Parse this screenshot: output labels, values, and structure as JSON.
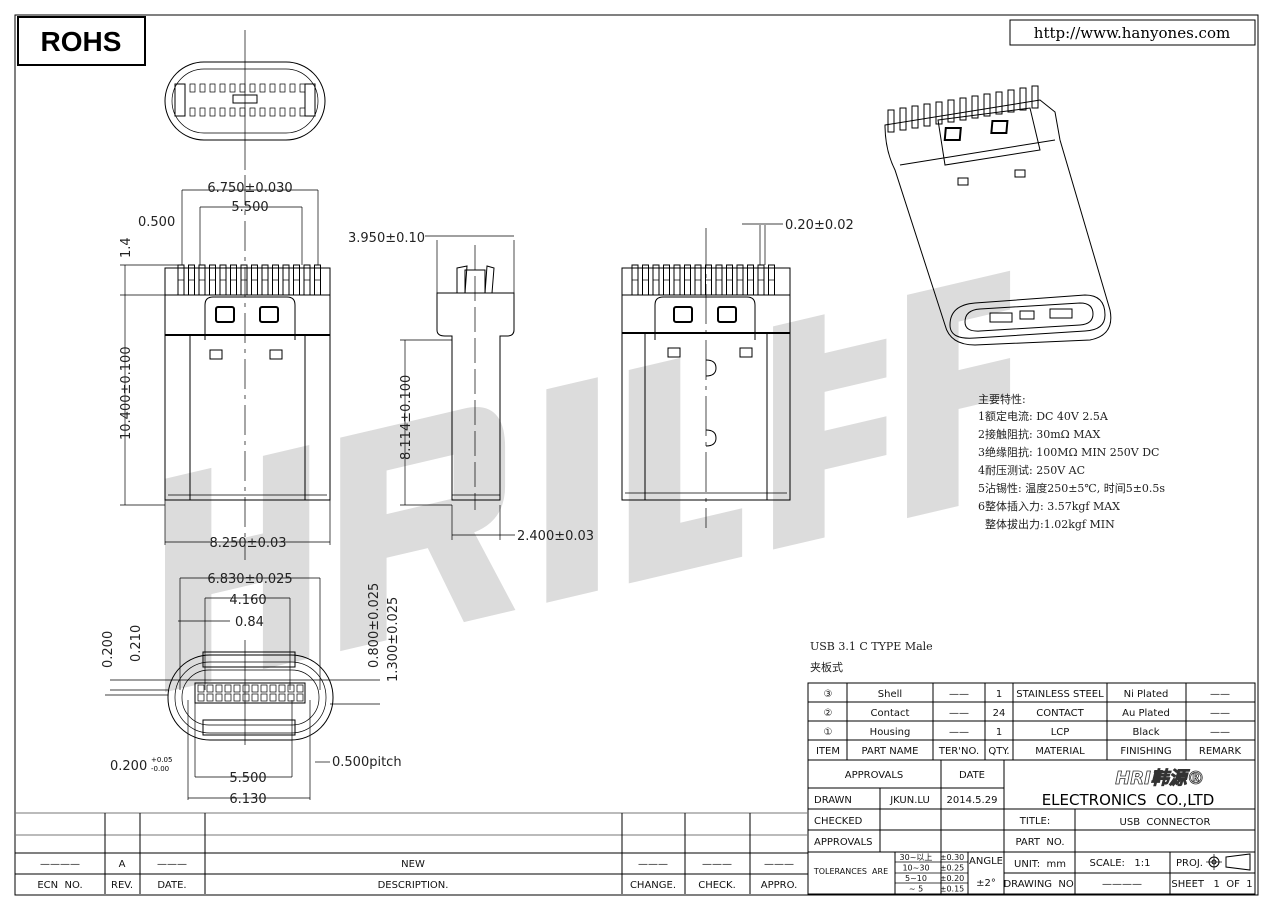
{
  "header": {
    "rohs": "ROHS",
    "url": "http://www.hanyones.com"
  },
  "watermark": "HRI韩源",
  "dimensions": {
    "width_6750": "6.750±0.030",
    "pitch_span_5500": "5.500",
    "pin_0500": "0.500",
    "height_14": "1.4",
    "length_10400": "10.400±0.100",
    "width_8250": "8.250±0.03",
    "side_3950": "3.950±0.10",
    "side_8114": "8.114±0.100",
    "side_2400": "2.400±0.03",
    "pin_020": "0.20±0.02",
    "bottom_6830": "6.830±0.025",
    "bottom_4160": "4.160",
    "bottom_084": "0.84",
    "bottom_0200": "0.200",
    "bottom_0210": "0.210",
    "bottom_0800": "0.800±0.025",
    "bottom_1300": "1.300±0.025",
    "bottom_0200_tol": "0.200",
    "bottom_tol_plus": "+0.05",
    "bottom_tol_minus": "-0.00",
    "bottom_pitch": "0.500pitch",
    "bottom_5500": "5.500",
    "bottom_6130": "6.130"
  },
  "specs": {
    "title": "主要特性:",
    "lines": [
      "1额定电流: DC  40V 2.5A",
      "2接触阻抗: 30mΩ  MAX",
      "3绝缘阻抗: 100MΩ  MIN 250V DC",
      "4耐压测试: 250V AC",
      "5沾锡性: 温度250±5℃, 时间5±0.5s",
      "6整体插入力: 3.57kgf MAX",
      "  整体拔出力:1.02kgf MIN"
    ]
  },
  "product": {
    "name": "USB 3.1 C TYPE Male",
    "type": "夹板式"
  },
  "bom": {
    "rows": [
      {
        "item": "③",
        "part": "Shell",
        "ter": "——",
        "qty": "1",
        "material": "STAINLESS STEEL",
        "finishing": "Ni Plated",
        "remark": "——"
      },
      {
        "item": "②",
        "part": "Contact",
        "ter": "——",
        "qty": "24",
        "material": "CONTACT",
        "finishing": "Au Plated",
        "remark": "——"
      },
      {
        "item": "①",
        "part": "Housing",
        "ter": "——",
        "qty": "1",
        "material": "LCP",
        "finishing": "Black",
        "remark": "——"
      }
    ],
    "headers": {
      "item": "ITEM",
      "part": "PART NAME",
      "ter": "TER'NO.",
      "qty": "QTY.",
      "material": "MATERIAL",
      "finishing": "FINISHING",
      "remark": "REMARK"
    }
  },
  "title_block": {
    "approvals": "APPROVALS",
    "date": "DATE",
    "drawn": "DRAWN",
    "drawn_by": "JKUN.LU",
    "drawn_date": "2014.5.29",
    "checked": "CHECKED",
    "approvals2": "APPROVALS",
    "logo": "HRI韩源®",
    "company": "ELECTRONICS  CO.,LTD",
    "title_label": "TITLE:",
    "title": "USB  CONNECTOR",
    "part_no_label": "PART  NO.",
    "tolerances": "TOLERANCES  ARE",
    "tol_rows": [
      {
        "range": "30~以上",
        "tol": "±0.30"
      },
      {
        "range": "10~30",
        "tol": "±0.25"
      },
      {
        "range": "5~10",
        "tol": "±0.20"
      },
      {
        "range": "~ 5",
        "tol": "±0.15"
      }
    ],
    "angle": "ANGLE",
    "angle_tol": "±2°",
    "unit": "UNIT:  mm",
    "scale": "SCALE:   1:1",
    "proj": "PROJ.",
    "drawing_no": "DRAWING  NO.",
    "drawing_no_value": "————",
    "sheet": "SHEET   1  OF  1"
  },
  "revisions": {
    "headers": {
      "ecn": "ECN  NO.",
      "rev": "REV.",
      "date": "DATE.",
      "desc": "DESCRIPTION.",
      "change": "CHANGE.",
      "check": "CHECK.",
      "appro": "APPRO."
    },
    "row": {
      "ecn": "————",
      "rev": "A",
      "date": "———",
      "desc": "NEW",
      "change": "———",
      "check": "———",
      "appro": "———"
    }
  }
}
